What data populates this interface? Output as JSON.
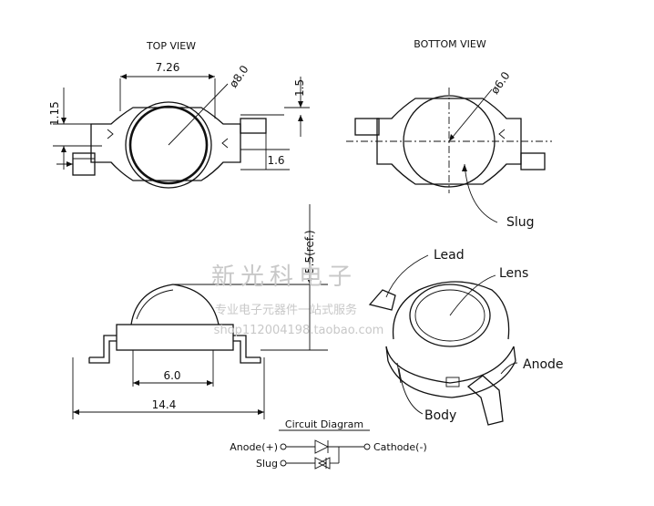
{
  "views": {
    "top_title": "TOP VIEW",
    "bottom_title": "BOTTOM VIEW"
  },
  "dimensions": {
    "top_width": "7.26",
    "lens_diameter": "ø8.0",
    "height_1_5": "1.5",
    "height_1_15": "1.15",
    "lead_width": "1.6",
    "slug_diameter": "ø6.0",
    "height_ref": "5.5(ref.)",
    "slug_width": "6.0",
    "overall_length": "14.4"
  },
  "callouts": {
    "slug": "Slug",
    "lead": "Lead",
    "lens": "Lens",
    "anode": "Anode",
    "body": "Body"
  },
  "circuit": {
    "title": "Circuit Diagram",
    "anode": "Anode(+)",
    "cathode": "Cathode(-)",
    "slug": "Slug"
  },
  "watermark": {
    "main": "新光科电子",
    "sub": "专业电子元器件一站式服务",
    "url": "shop112004198.taobao.com"
  },
  "colors": {
    "ink": "#111111",
    "watermark": "#c8c8c8"
  }
}
